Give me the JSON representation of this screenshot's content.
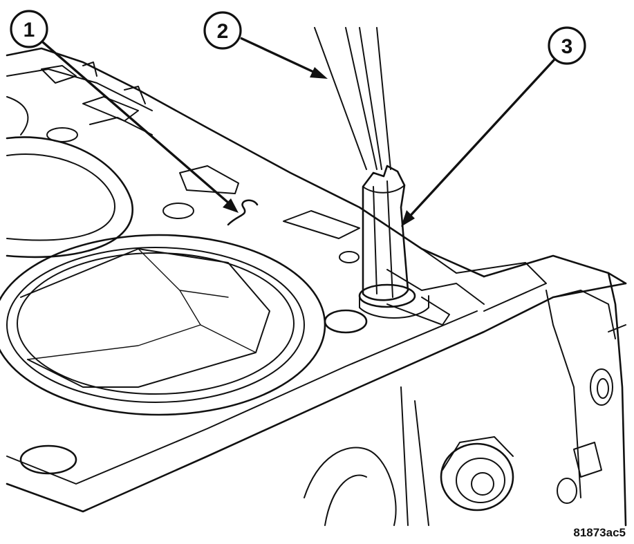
{
  "callouts": [
    {
      "id": 1,
      "label": "1"
    },
    {
      "id": 2,
      "label": "2"
    },
    {
      "id": 3,
      "label": "3"
    }
  ],
  "figure_code": "81873ac5"
}
